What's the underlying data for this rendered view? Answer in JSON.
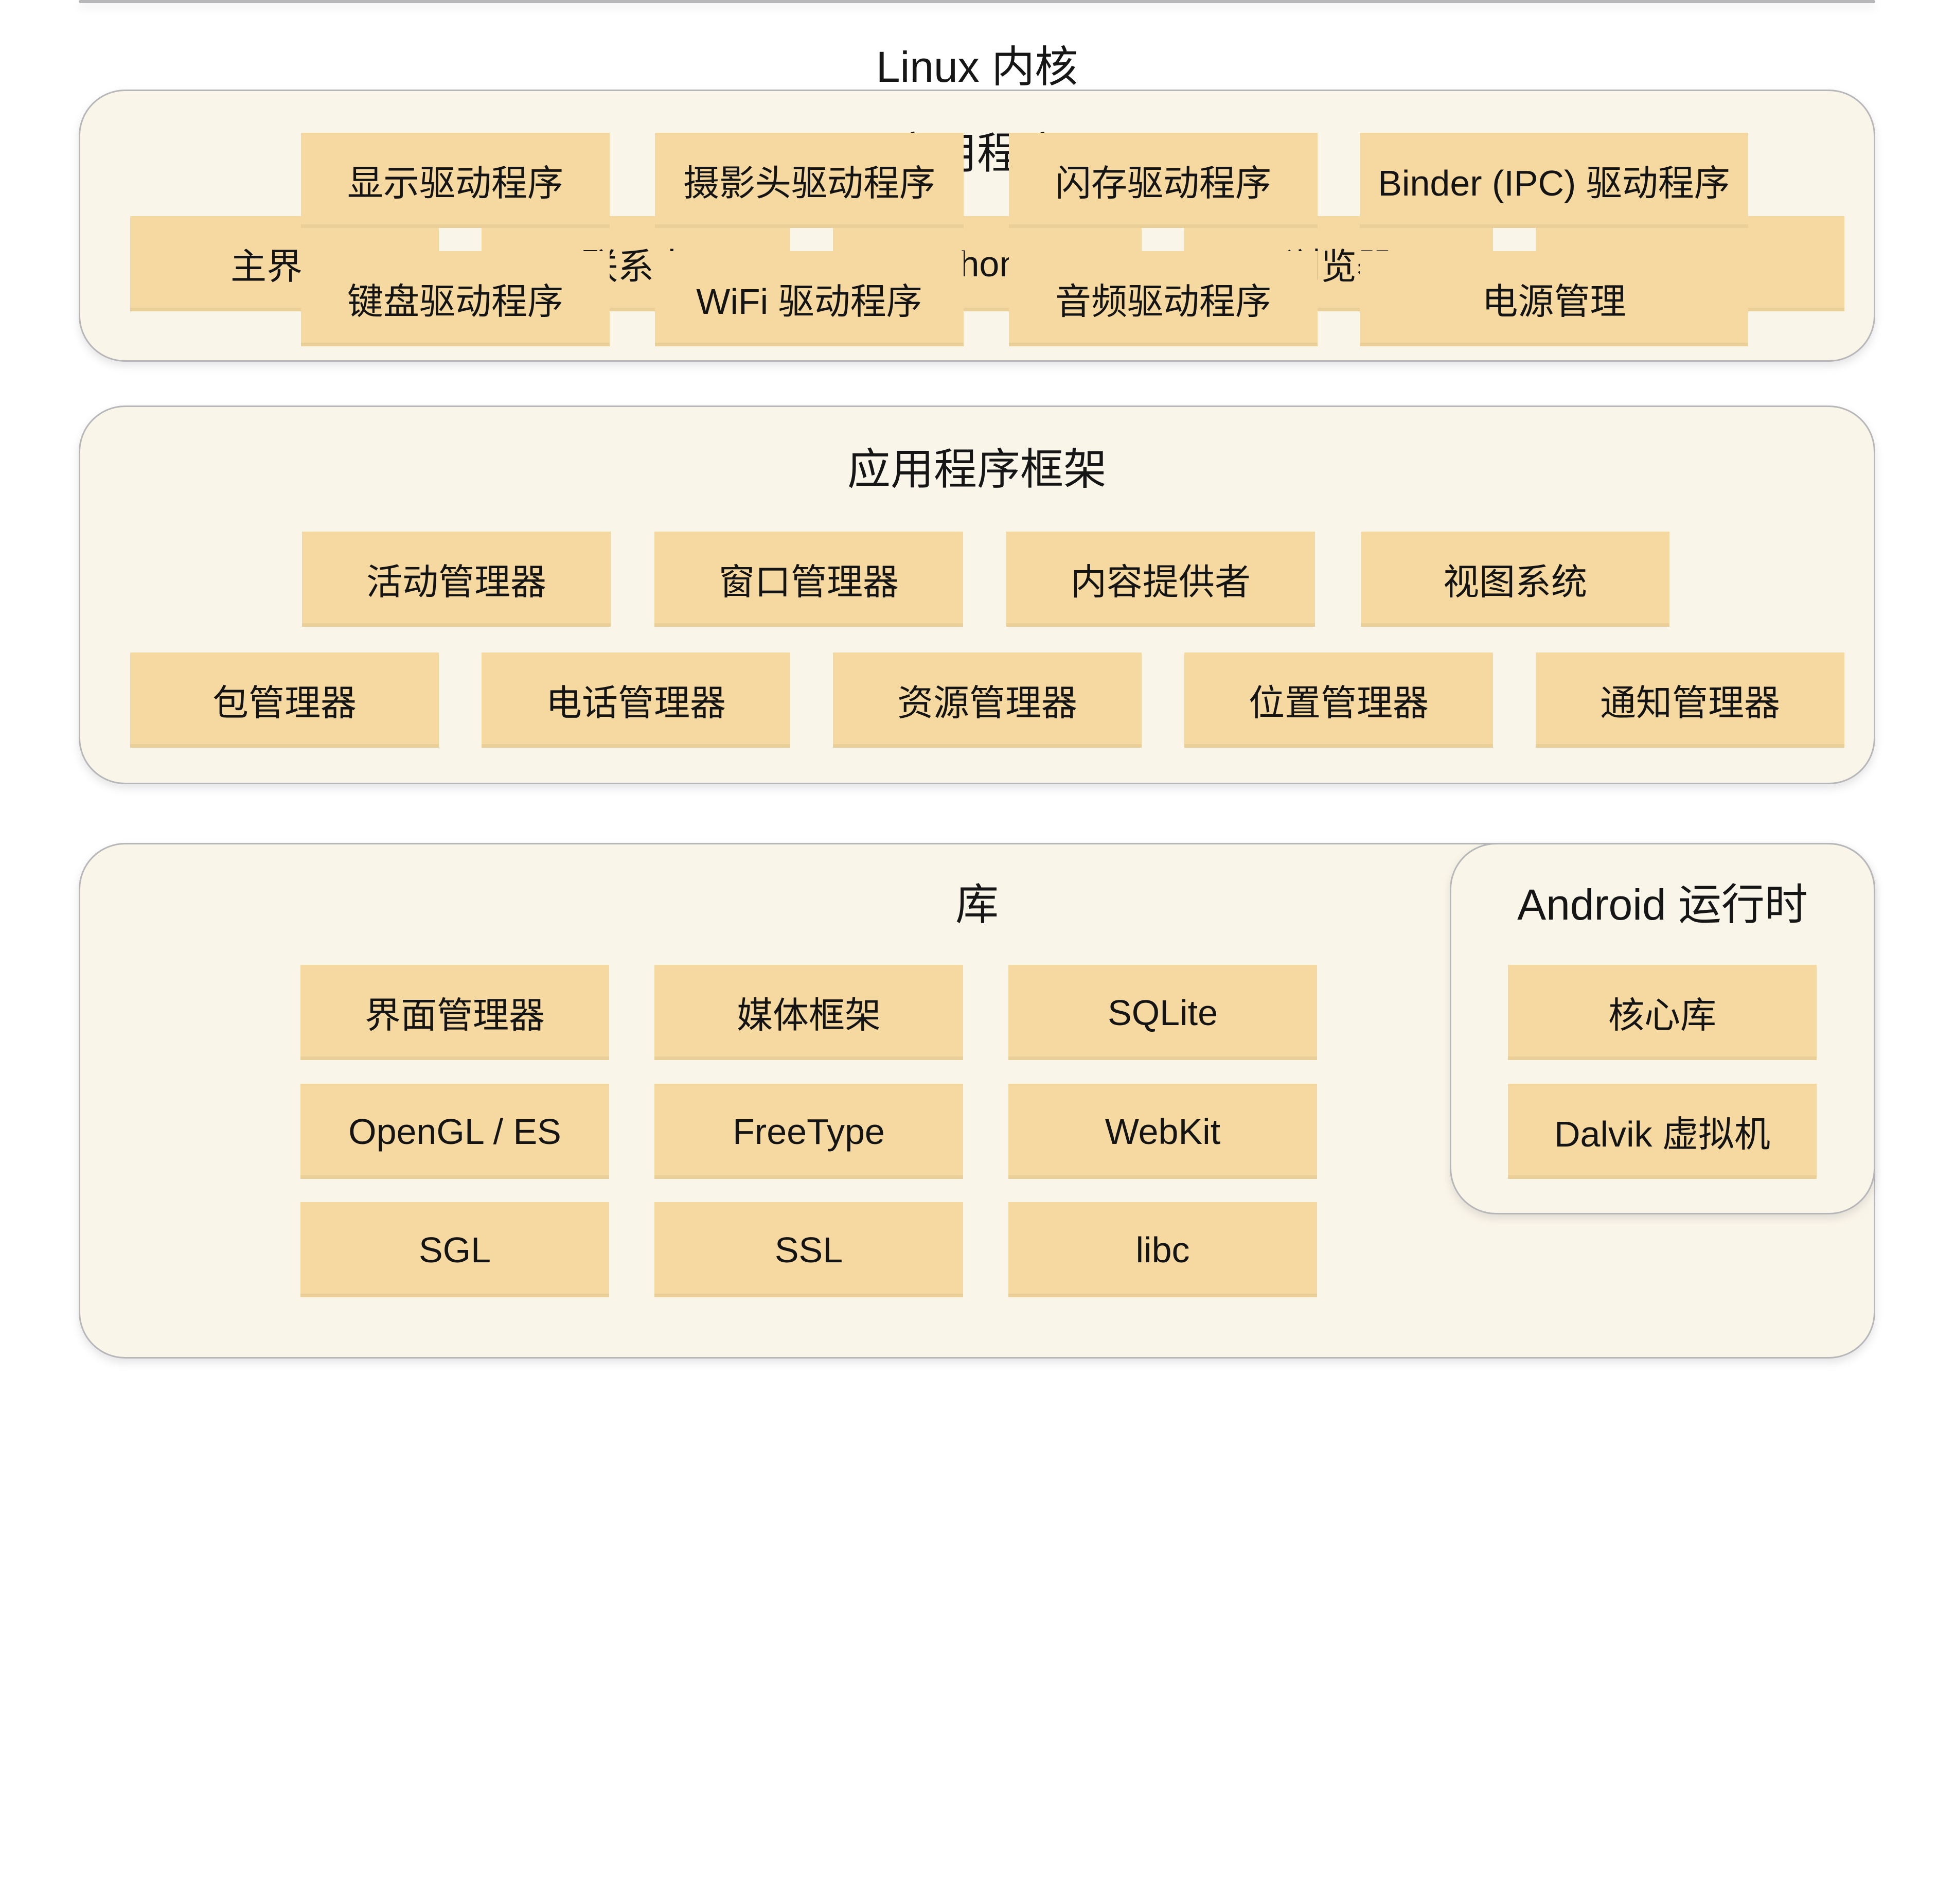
{
  "colors": {
    "page_bg": "#ffffff",
    "panel_bg": "#FAF5E9",
    "panel_border": "#b7b7b9",
    "box_bg": "#F5D9A0",
    "text": "#161616"
  },
  "sections": {
    "applications": {
      "title": "应用程序",
      "boxes": [
        "主界面",
        "联系人",
        "Phone",
        "浏览器",
        "…"
      ]
    },
    "framework": {
      "title": "应用程序框架",
      "rows": [
        [
          "活动管理器",
          "窗口管理器",
          "内容提供者",
          "视图系统"
        ],
        [
          "包管理器",
          "电话管理器",
          "资源管理器",
          "位置管理器",
          "通知管理器"
        ]
      ]
    },
    "libraries": {
      "title": "库",
      "rows": [
        [
          "界面管理器",
          "媒体框架",
          "SQLite"
        ],
        [
          "OpenGL / ES",
          "FreeType",
          "WebKit"
        ],
        [
          "SGL",
          "SSL",
          "libc"
        ]
      ]
    },
    "runtime": {
      "title": "Android 运行时",
      "boxes": [
        "核心库",
        "Dalvik 虚拟机"
      ]
    },
    "kernel": {
      "title": "Linux 内核",
      "rows": [
        [
          "显示驱动程序",
          "摄影头驱动程序",
          "闪存驱动程序",
          "Binder (IPC) 驱动程序"
        ],
        [
          "键盘驱动程序",
          "WiFi 驱动程序",
          "音频驱动程序",
          "电源管理"
        ]
      ]
    }
  }
}
